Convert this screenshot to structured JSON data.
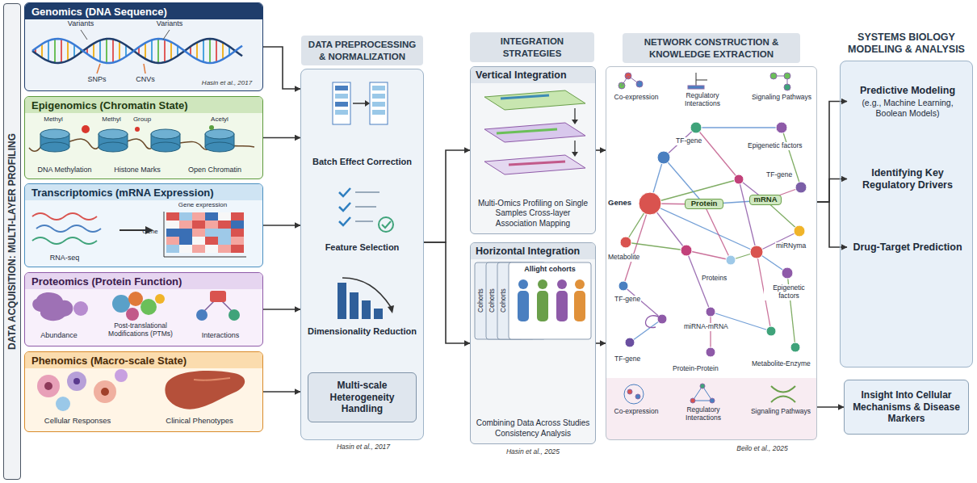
{
  "diagram": {
    "nodes": [
      {
        "text": [
          "DATA ACQUISITION: MULTI-LAYER PROFILING"
        ]
      },
      {
        "text": [
          "Genomics (DNA Sequence)"
        ]
      },
      {
        "text": [
          "Epigenomics (Chromatin State)"
        ]
      },
      {
        "text": [
          "Transcriptomics (mRNA Expression)"
        ]
      },
      {
        "text": [
          "Proteomics (Protein Function)"
        ]
      },
      {
        "text": [
          "Phenomics (Macro-scale State)"
        ]
      },
      {
        "text": [
          "DATA PREPROCESSING & NORMALIZATION"
        ]
      },
      {
        "text": [
          "Multi-scale Heterogeneity Handling"
        ],
        "in": 6
      },
      {
        "text": [
          "INTEGRATION STRATEGIES"
        ]
      },
      {
        "text": [
          "Vertical Integration",
          "Multi-Omics Profiling on Single Samples Cross-layer Association Mapping"
        ],
        "in": 8
      },
      {
        "text": [
          "Horizontal Integration",
          "Combining Data Across Studies Consistency Analysis"
        ],
        "in": 8
      },
      {
        "text": [
          "NETWORK CONSTRUCTION & KNOWLEDGE EXTRACTION"
        ]
      },
      {
        "text": [
          "SYSTEMS BIOLOGY MODELING & ANALYSIS"
        ]
      },
      {
        "text": [
          "Predictive Modeling",
          "(e.g., Machine Learning, Boolean Models)"
        ],
        "in": 12
      },
      {
        "text": [
          "Identifying Key Regulatory Drivers"
        ],
        "in": 12
      },
      {
        "text": [
          "Drug-Target Prediction"
        ],
        "in": 12
      },
      {
        "text": [
          "Insight Into Cellular Mechanisms & Disease Markers"
        ]
      }
    ],
    "edges": [
      {
        "from": 1,
        "to": 6,
        "arrow": "to"
      },
      {
        "from": 2,
        "to": 6,
        "arrow": "to"
      },
      {
        "from": 3,
        "to": 6,
        "arrow": "to"
      },
      {
        "from": 4,
        "to": 6,
        "arrow": "to"
      },
      {
        "from": 5,
        "to": 6,
        "arrow": "to"
      },
      {
        "from": 6,
        "to": 9,
        "arrow": "to"
      },
      {
        "from": 6,
        "to": 10,
        "arrow": "to"
      },
      {
        "from": 9,
        "to": 11,
        "arrow": "to"
      },
      {
        "from": 10,
        "to": 11,
        "arrow": "to"
      },
      {
        "from": 11,
        "to": 13,
        "arrow": "to"
      },
      {
        "from": 11,
        "to": 14,
        "arrow": "to"
      },
      {
        "from": 11,
        "to": 15,
        "arrow": "to"
      },
      {
        "from": 11,
        "to": 16,
        "arrow": "to"
      }
    ],
    "labels": [
      "Variants",
      "Variants",
      "SNPs",
      "CNVs",
      "Hasin et al., 2017",
      "Methyl",
      "Methyl",
      "Group",
      "Acetyl",
      "DNA Methylation",
      "Histone Marks",
      "Open Chromatin",
      "Gene expression",
      "Gene",
      "RNA-seq",
      "Abundance",
      "Post-translational Modifications (PTMs)",
      "Interactions",
      "Cellular Responses",
      "Clinical Phenotypes",
      "Batch Effect Correction",
      "Feature Selection",
      "Dimensionality Reduction",
      "Hasin et al., 2017",
      "Cohorts",
      "Cohorts",
      "Cohorts",
      "Allight cohorts",
      "Hasin et al., 2025",
      "Co-expression",
      "Regulatory Interactions",
      "Signaling Pathways",
      "TF-gene",
      "Epigenetic factors",
      "TF-gene",
      "Genes",
      "Protein",
      "mRNA",
      "miRNyma",
      "Metabolite",
      "Proteins",
      "Epigenetic factors",
      "TF-gene",
      "TF-gene",
      "miRNA-mRNA",
      "Protein-Protein",
      "Metabolite-Enzyme",
      "Co-expression",
      "Regulatory Interactions",
      "Signaling Pathways",
      "Beilo et al., 2025"
    ]
  }
}
